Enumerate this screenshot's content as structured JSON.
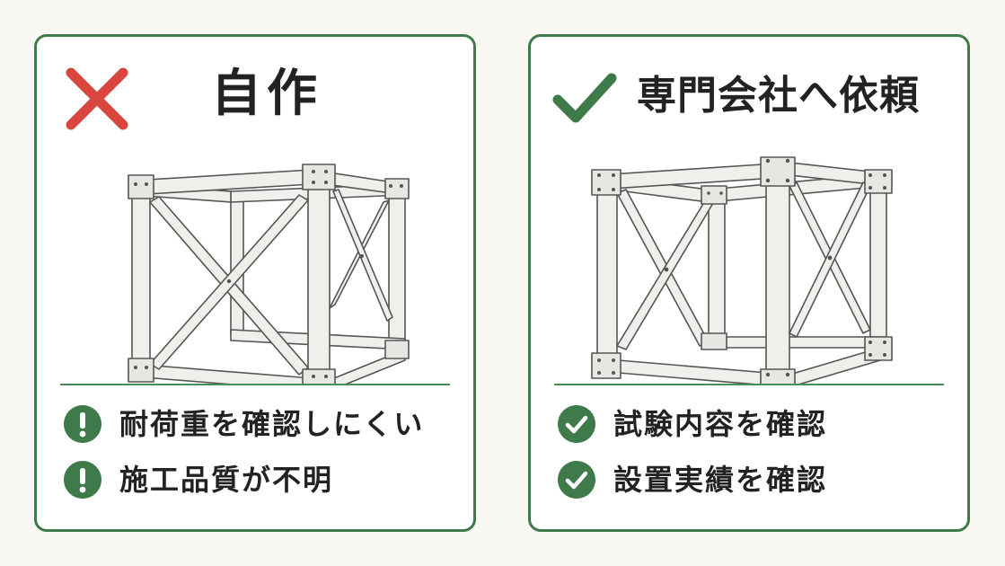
{
  "colors": {
    "frame_green": "#3f7a4a",
    "cross_red": "#d9463e",
    "check_green": "#3f7a4a",
    "text": "#222222",
    "background": "#f8f7f2"
  },
  "left_panel": {
    "icon": "cross-icon",
    "title": "自作",
    "points": [
      {
        "icon": "exclamation-icon",
        "label": "耐荷重を確認しにくい"
      },
      {
        "icon": "exclamation-icon",
        "label": "施工品質が不明"
      }
    ]
  },
  "right_panel": {
    "icon": "check-icon",
    "title": "専門会社へ依頼",
    "points": [
      {
        "icon": "check-circle-icon",
        "label": "試験内容を確認"
      },
      {
        "icon": "check-circle-icon",
        "label": "設置実績を確認"
      }
    ]
  }
}
